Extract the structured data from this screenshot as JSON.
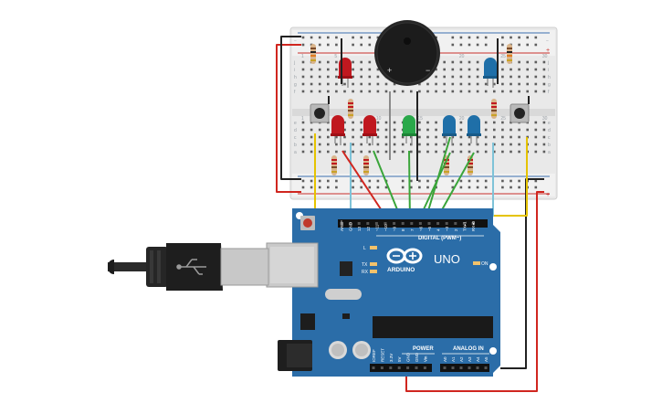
{
  "board": {
    "logo": "ARDUINO",
    "model": "UNO",
    "digital_label": "DIGITAL (PWM~)",
    "power_label": "POWER",
    "analog_label": "ANALOG IN",
    "on_label": "ON",
    "led_l": "L",
    "led_tx": "TX",
    "led_rx": "RX",
    "aref": "AREF",
    "gnd": "GND",
    "pins_digital": [
      "13",
      "12",
      "~11",
      "~10",
      "~9",
      "8",
      "7",
      "~6",
      "~5",
      "4",
      "~3",
      "2",
      "TX▸1",
      "RX◂0"
    ],
    "pins_power": [
      "IOREF",
      "RESET",
      "3.3V",
      "5V",
      "GND",
      "GND",
      "Vin"
    ],
    "pins_analog": [
      "A0",
      "A1",
      "A2",
      "A3",
      "A4",
      "A5"
    ]
  },
  "breadboard": {
    "rows_top": [
      "j",
      "i",
      "h",
      "g",
      "f"
    ],
    "rows_bottom": [
      "e",
      "d",
      "c",
      "b",
      "a"
    ],
    "col_numbers": [
      "1",
      "5",
      "10",
      "15",
      "20",
      "25",
      "30"
    ]
  },
  "buzzer": {
    "plus": "+",
    "minus": "−"
  },
  "colors": {
    "board": "#2b6da8",
    "breadboard": "#e8e8e8",
    "wire_red": "#d0261f",
    "wire_black": "#222222",
    "wire_yellow": "#e5c300",
    "wire_green": "#3aa53a",
    "wire_lightblue": "#7ec3d8",
    "led_red": "#c0181f",
    "led_green": "#2aa84a",
    "led_blue": "#1f6fa8"
  }
}
